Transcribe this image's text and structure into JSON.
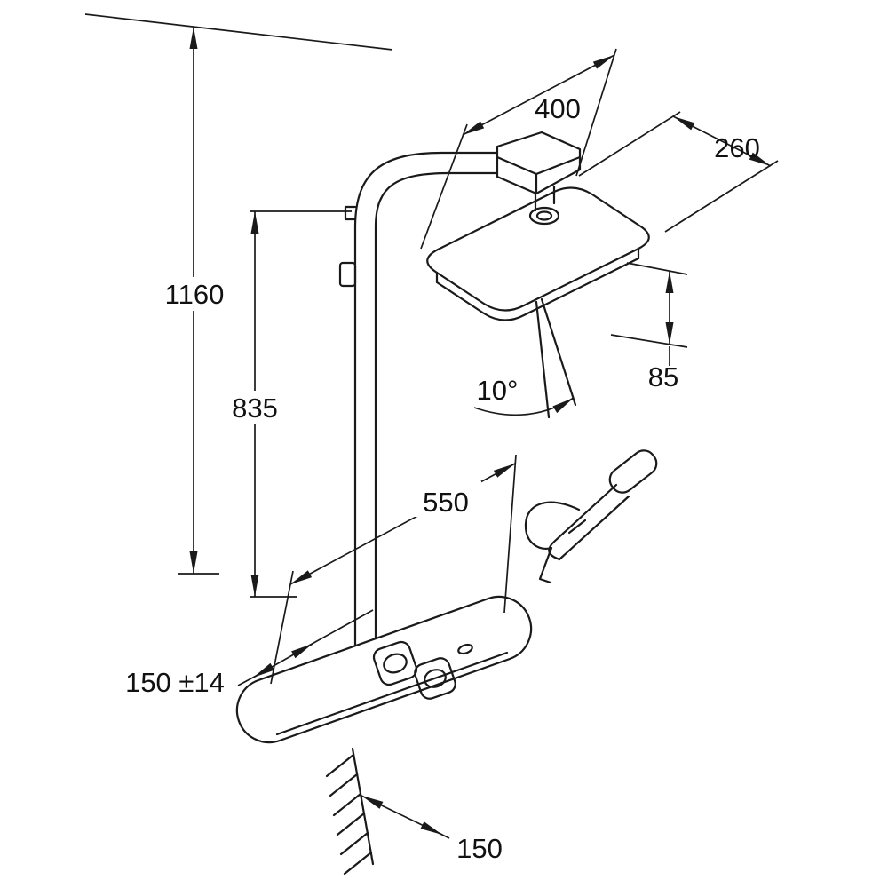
{
  "drawing": {
    "subject": "shower-system-dimensional-drawing",
    "background": "#ffffff",
    "line_color": "#1a1a1a",
    "dimensions": {
      "head_width": "400",
      "head_depth": "260",
      "total_height": "1160",
      "rail_height": "835",
      "head_drop": "85",
      "spray_angle": "10°",
      "shelf_length": "550",
      "wall_offset": "150 ±14",
      "base_depth": "150"
    }
  }
}
